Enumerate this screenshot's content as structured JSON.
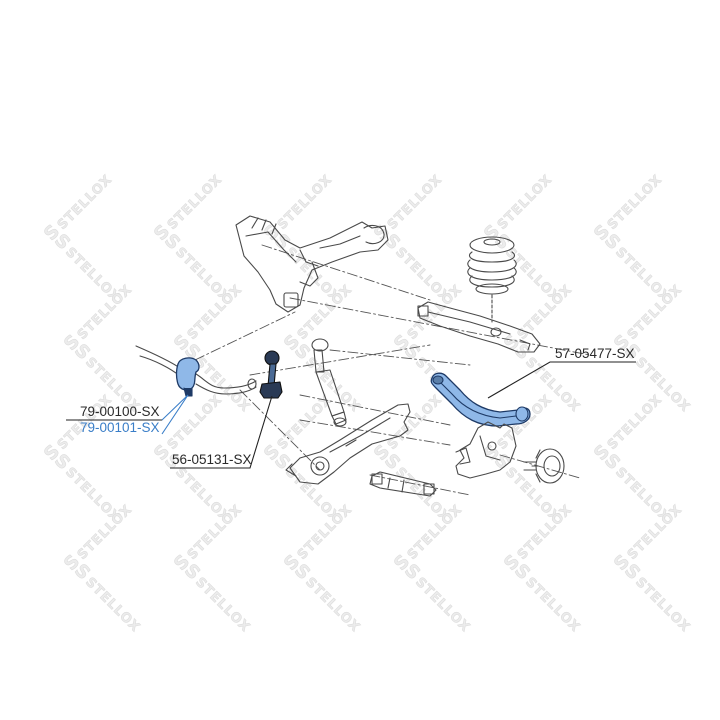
{
  "diagram": {
    "title": "Rear suspension exploded view",
    "watermark_text": "STELLOX",
    "colors": {
      "line_art": "#4a4a4a",
      "highlight_fill": "#8fb8e8",
      "highlight_stroke": "#1e3a66",
      "leader_dark": "#222222",
      "leader_blue": "#3a7ec8",
      "label_dark": "#2a2a2a",
      "label_blue": "#3a7ec8",
      "watermark": "#e6e6e6"
    }
  },
  "parts": [
    {
      "id": "subframe",
      "name": "Rear subframe",
      "highlighted": false
    },
    {
      "id": "coil-spring",
      "name": "Coil spring with seats",
      "highlighted": false
    },
    {
      "id": "lower-spring-arm",
      "name": "Lower spring arm",
      "highlighted": false
    },
    {
      "id": "stabilizer-bar",
      "name": "Stabilizer bar",
      "highlighted": false
    },
    {
      "id": "stabilizer-bushing",
      "name": "Stabilizer bar bushing",
      "highlighted": true
    },
    {
      "id": "stabilizer-link",
      "name": "Stabilizer link",
      "highlighted": true
    },
    {
      "id": "shock-absorber",
      "name": "Shock absorber",
      "highlighted": false
    },
    {
      "id": "upper-control-arm",
      "name": "Upper control arm",
      "highlighted": true
    },
    {
      "id": "trailing-arm",
      "name": "Trailing arm",
      "highlighted": false
    },
    {
      "id": "toe-link",
      "name": "Toe link",
      "highlighted": false
    },
    {
      "id": "knuckle",
      "name": "Wheel knuckle",
      "highlighted": false
    },
    {
      "id": "hub",
      "name": "Wheel hub",
      "highlighted": false
    }
  ],
  "labels": {
    "bushing_a": "79-00100-SX",
    "bushing_b": "79-00101-SX",
    "link": "56-05131-SX",
    "control_arm": "57-05477-SX"
  }
}
